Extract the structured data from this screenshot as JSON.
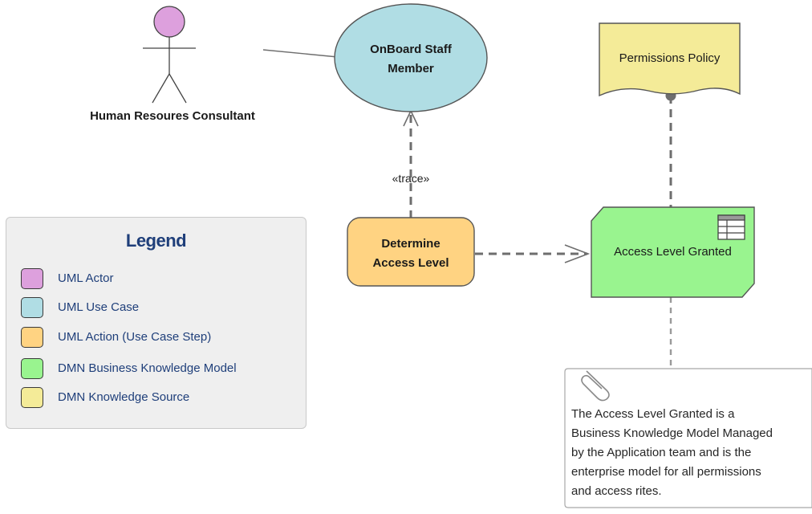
{
  "actor": {
    "label": "Human Resoures Consultant"
  },
  "use_case": {
    "line1": "OnBoard Staff",
    "line2": "Member"
  },
  "action": {
    "line1": "Determine",
    "line2": "Access Level"
  },
  "knowledge_source": {
    "label": "Permissions Policy"
  },
  "bkm": {
    "label": "Access Level Granted"
  },
  "trace_label": "«trace»",
  "legend": {
    "title": "Legend",
    "items": [
      {
        "label": "UML Actor",
        "color": "#dda0dd"
      },
      {
        "label": "UML Use Case",
        "color": "#b0dde4"
      },
      {
        "label": "UML Action (Use Case Step)",
        "color": "#ffd382"
      },
      {
        "label": "DMN Business Knowledge Model",
        "color": "#99f48f"
      },
      {
        "label": "DMN Knowledge Source",
        "color": "#f4eb98"
      }
    ]
  },
  "note": {
    "lines": [
      "The Access Level Granted is a",
      "Business Knowledge Model Managed",
      "by the Application team and is the",
      "enterprise model for all permissions",
      "and access rites."
    ]
  },
  "colors": {
    "actor_fill": "#dda0dd",
    "use_case_fill": "#b0dde4",
    "action_fill": "#ffd382",
    "bkm_fill": "#99f48f",
    "source_fill": "#f4eb98",
    "connector": "#6e6e6e",
    "legend_text": "#1f3f7a"
  }
}
